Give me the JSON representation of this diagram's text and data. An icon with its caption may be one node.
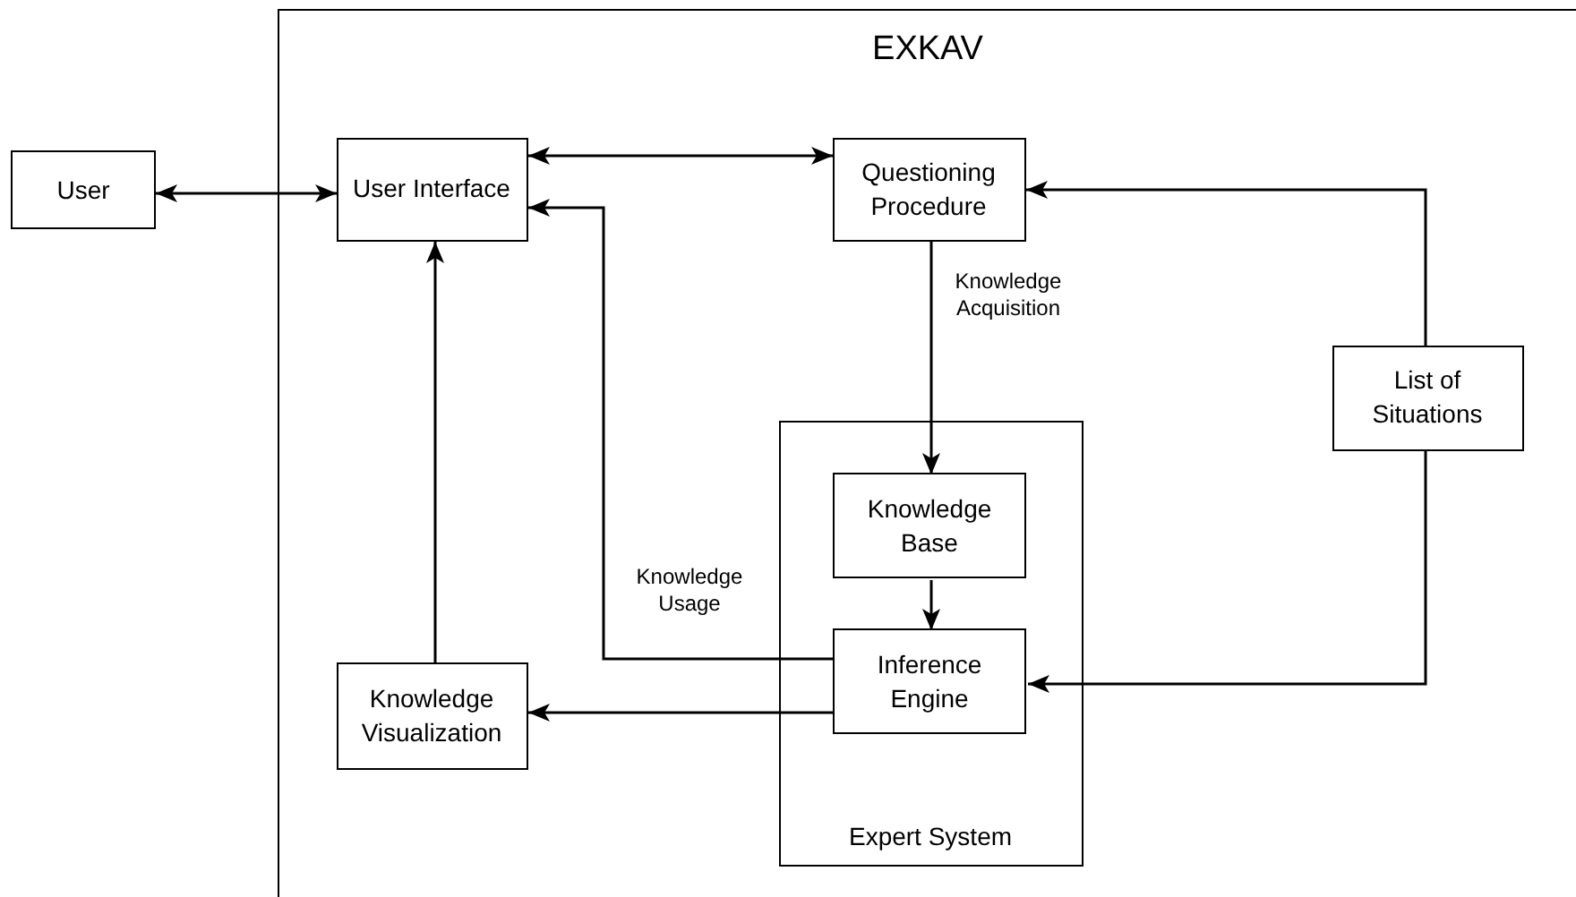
{
  "diagram": {
    "nodes": [
      {
        "text": [
          "EXKAV"
        ]
      },
      {
        "text": [
          "User"
        ]
      },
      {
        "text": [
          "User Interface"
        ],
        "in": 0
      },
      {
        "text": [
          "Questioning Procedure"
        ],
        "in": 0
      },
      {
        "text": [
          "List of Situations"
        ],
        "in": 0
      },
      {
        "text": [
          "Expert System"
        ],
        "in": 0
      },
      {
        "text": [
          "Knowledge Base"
        ],
        "in": 5
      },
      {
        "text": [
          "Inference Engine"
        ],
        "in": 5
      },
      {
        "text": [
          "Knowledge Visualization"
        ],
        "in": 0
      }
    ],
    "edges": [
      {
        "from": 1,
        "to": 2,
        "arrow": "both"
      },
      {
        "from": 2,
        "to": 3,
        "arrow": "both"
      },
      {
        "from": 3,
        "to": 6,
        "arrow": "to",
        "label": "Knowledge Acquisition"
      },
      {
        "from": 4,
        "to": 3,
        "arrow": "to"
      },
      {
        "from": 4,
        "to": 7,
        "arrow": "to"
      },
      {
        "from": 6,
        "to": 7,
        "arrow": "to"
      },
      {
        "from": 7,
        "to": 2,
        "arrow": "to",
        "label": "Knowledge Usage"
      },
      {
        "from": 7,
        "to": 8,
        "arrow": "to"
      },
      {
        "from": 8,
        "to": 2,
        "arrow": "to"
      }
    ]
  }
}
